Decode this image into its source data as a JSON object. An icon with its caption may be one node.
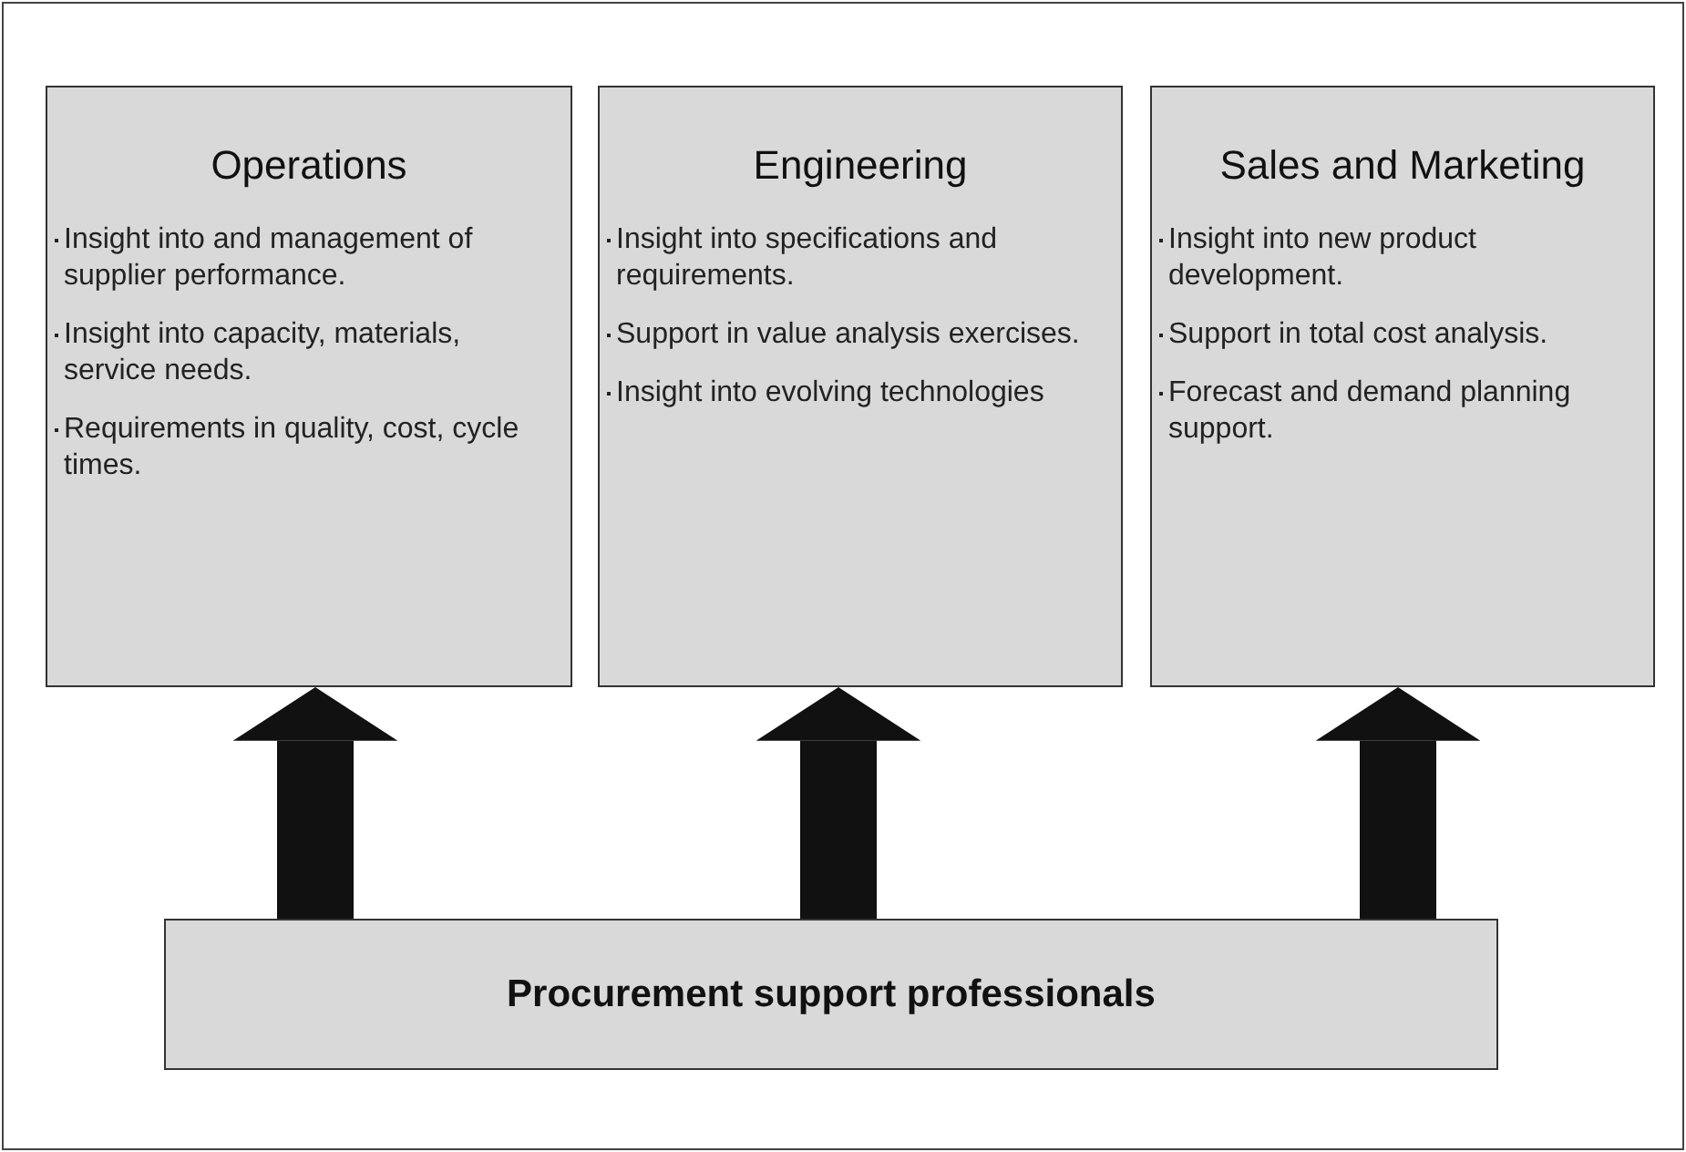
{
  "diagram": {
    "nodes": [
      {
        "text": [
          "Operations",
          "Insight into and management of supplier performance.",
          "Insight into capacity, materials, service needs.",
          "Requirements in quality, cost, cycle times."
        ]
      },
      {
        "text": [
          "Engineering",
          "Insight into specifications and requirements.",
          "Support in value analysis exercises.",
          "Insight into evolving technologies"
        ]
      },
      {
        "text": [
          "Sales and Marketing",
          "Insight into new product development.",
          "Support in total cost analysis.",
          "Forecast and demand planning support."
        ]
      },
      {
        "text": [
          "Procurement support professionals"
        ]
      }
    ],
    "edges": [
      {
        "from": 3,
        "to": 0,
        "arrow": "to"
      },
      {
        "from": 3,
        "to": 1,
        "arrow": "to"
      },
      {
        "from": 3,
        "to": 2,
        "arrow": "to"
      }
    ]
  }
}
